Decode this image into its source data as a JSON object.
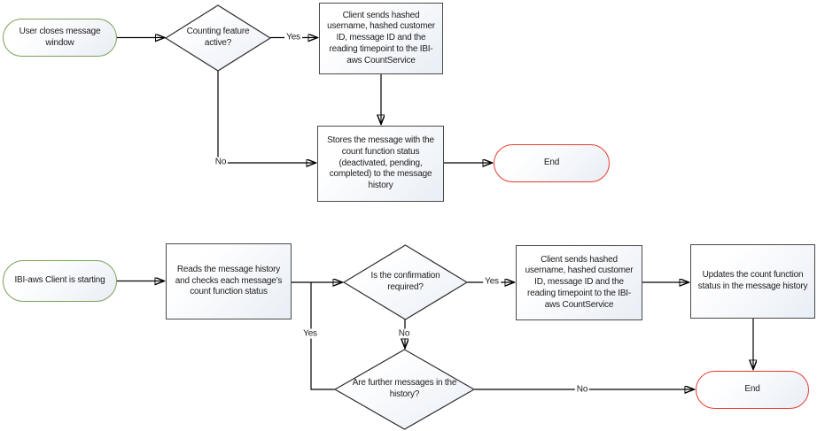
{
  "diagram": {
    "colors": {
      "start_border": "#7ba15a",
      "end_border": "#e53d32",
      "process_border": "#4a4a4a",
      "decision_border": "#2f2f2f",
      "connector": "#000000"
    },
    "flow1": {
      "start": "User closes message window",
      "decision_counting": "Counting feature active?",
      "process_send": "Client sends hashed username, hashed customer ID, message ID and the reading timepoint to the IBI-aws CountService",
      "process_store": "Stores the message with the count function status (deactivated, pending, completed) to the message history",
      "end": "End",
      "yes": "Yes",
      "no": "No"
    },
    "flow2": {
      "start": "IBI-aws Client is starting",
      "process_read": "Reads the message history and checks each message’s count function status",
      "decision_confirmation": "Is the confirmation required?",
      "process_send": "Client sends hashed username, hashed customer ID, message ID and the reading timepoint to the IBI-aws CountService",
      "process_update": "Updates the count function status in the message history",
      "decision_further": "Are further messages in the history?",
      "end": "End",
      "yes_confirmation": "Yes",
      "no_confirmation": "No",
      "yes_loop": "Yes",
      "no_end": "No"
    }
  }
}
